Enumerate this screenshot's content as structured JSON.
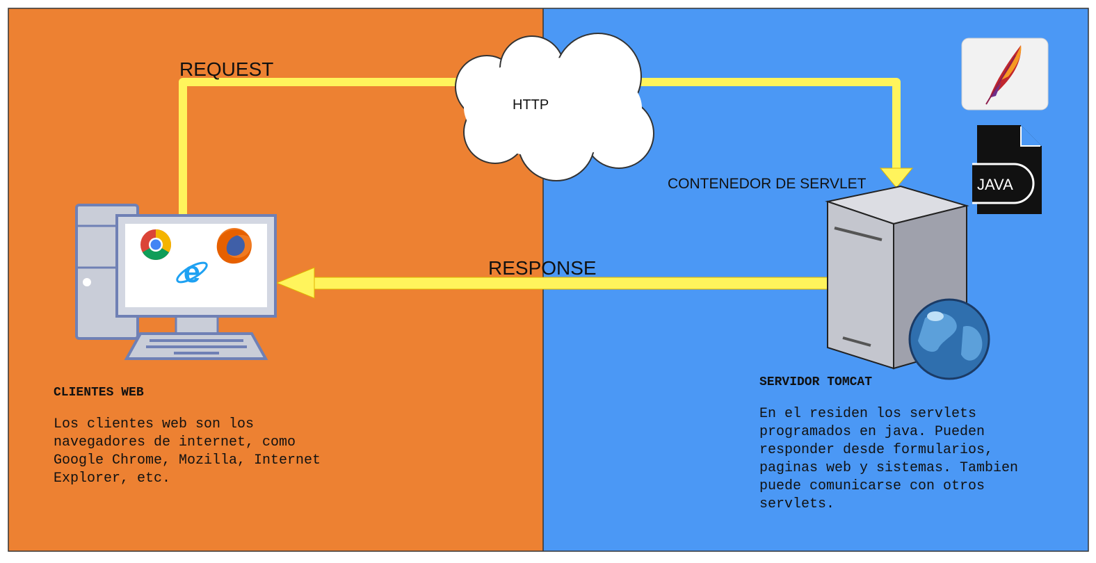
{
  "labels": {
    "request": "REQUEST",
    "response": "RESPONSE",
    "http": "HTTP",
    "container": "CONTENEDOR DE SERVLET",
    "java_icon_text": "JAVA"
  },
  "client": {
    "title": "CLIENTES WEB",
    "description": "Los clientes web son los\nnavegadores de internet, como\nGoogle Chrome, Mozilla, Internet\nExplorer, etc."
  },
  "server": {
    "title": "SERVIDOR TOMCAT",
    "description": "En el residen los servlets\nprogramados en java. Pueden\nresponder desde formularios,\npaginas web y sistemas. Tambien\npuede comunicarse con otros\nservlets."
  },
  "colors": {
    "client_zone": "#ED8132",
    "server_zone": "#4B98F5",
    "arrow": "#FFF45C",
    "arrow_stroke": "#E0B400",
    "border": "#333333"
  },
  "icons": [
    "desktop-computer-icon",
    "chrome-icon",
    "firefox-icon",
    "internet-explorer-icon",
    "cloud-icon",
    "server-tower-icon",
    "globe-icon",
    "apache-feather-icon",
    "java-file-icon"
  ]
}
